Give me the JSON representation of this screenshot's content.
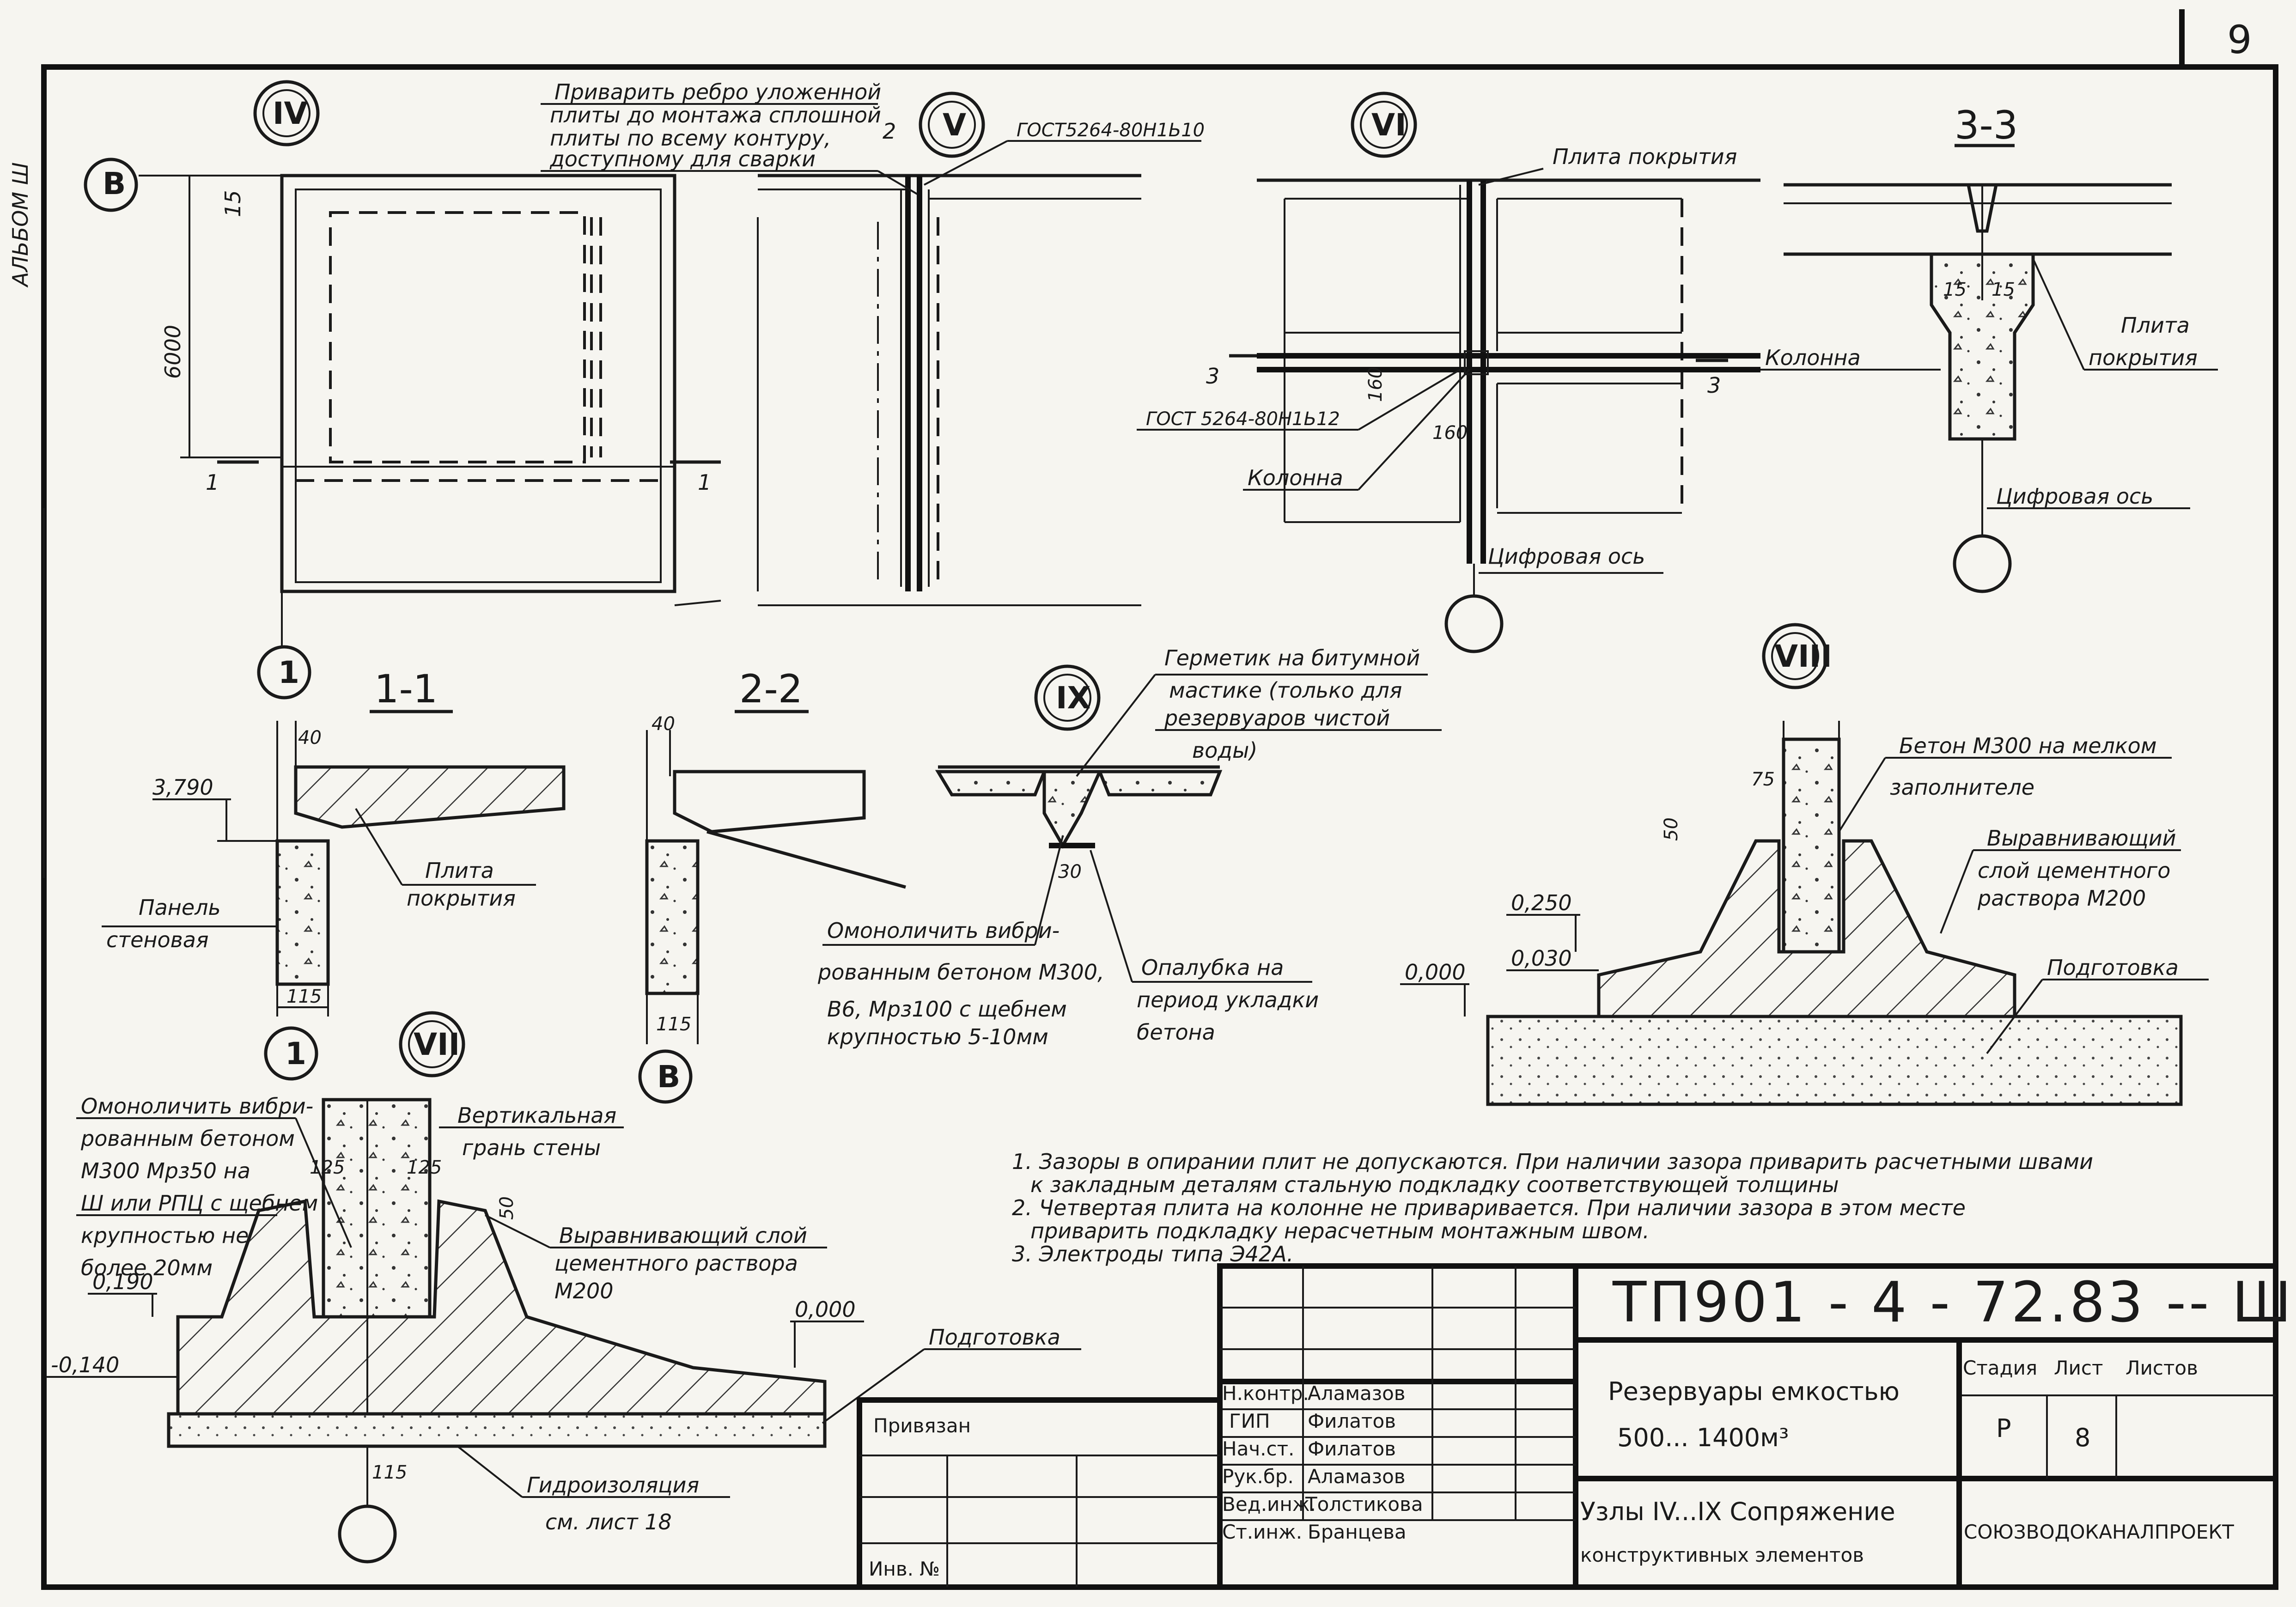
{
  "sheet": {
    "number": "9",
    "album": "АЛЬБОМ Ш",
    "code": "ТП901 - 4 - 72.83 -- Ш"
  },
  "nodes": {
    "n4": "IV",
    "n5": "V",
    "n6": "VI",
    "n7": "VII",
    "n8": "VIII",
    "n9": "IX"
  },
  "axes": {
    "b_top": "В",
    "one_left": "1",
    "one_sec": "1",
    "b_sec": "В",
    "six_circle": "",
    "three_circle": "",
    "seven_circle": ""
  },
  "sections": {
    "s11": "1-1",
    "s22": "2-2",
    "s33": "3-3"
  },
  "marks": {
    "cut1_left": "1",
    "cut1_right": "1",
    "cut2": "2",
    "cut3_left": "3",
    "cut3_right": "3"
  },
  "plan": {
    "dim_15": "15",
    "dim_6000": "6000",
    "note_weld_l1": "Приварить ребро уложенной",
    "note_weld_l2": "плиты до монтажа сплошной",
    "note_weld_l3": "плиты по всему контуру,",
    "note_weld_l4": "доступному для сварки",
    "gost_5": "ГОСТ5264-80Н1Ь10",
    "plita_pokr_6": "Плита покрытия",
    "gost_6": "ГОСТ 5264-80Н1Ь12",
    "dim_160a": "160",
    "dim_160b": "160",
    "kolonna_6": "Колонна",
    "cifr_os_6": "Цифровая ось"
  },
  "sec33": {
    "dim_15a": "15",
    "dim_15b": "15",
    "kolonna": "Колонна",
    "plita_l1": "Плита",
    "plita_l2": "покрытия",
    "cifr_os": "Цифровая ось"
  },
  "sec11": {
    "dim_40": "40",
    "level": "3,790",
    "dim_115": "115",
    "panel_l1": "Панель",
    "panel_l2": "стеновая",
    "plita_l1": "Плита",
    "plita_l2": "покрытия"
  },
  "sec22": {
    "dim_40": "40",
    "dim_115": "115"
  },
  "n9": {
    "g_l1": "Герметик на битумной",
    "g_l2": "мастике (только для",
    "g_l3": "резервуаров чистой",
    "g_l4": "воды)",
    "dim_30": "30",
    "om_l1": "Омоноличить вибри-",
    "om_l2": "рованным бетоном М300,",
    "om_l3": "В6, Мрз100 с щебнем",
    "om_l4": "крупностью 5-10мм",
    "op_l1": "Опалубка на",
    "op_l2": "период укладки",
    "op_l3": "бетона"
  },
  "n8": {
    "dim_75": "75",
    "dim_50": "50",
    "beton_l1": "Бетон М300 на мелком",
    "beton_l2": "заполнителе",
    "vyr_l1": "Выравнивающий",
    "vyr_l2": "слой цементного",
    "vyr_l3": "раствора М200",
    "podg": "Подготовка",
    "lvl_250": "0,250",
    "lvl_030": "0,030",
    "lvl_000": "0,000"
  },
  "n7": {
    "om_l1": "Омоноличить вибри-",
    "om_l2": "рованным бетоном",
    "om_l3": "М300 Мрз50 на",
    "om_l4": "Ш или РПЦ с щебнем",
    "om_l5": "крупностью не",
    "om_l6": "более 20мм",
    "vert_l1": "Вертикальная",
    "vert_l2": "грань стены",
    "dim_125a": "125",
    "dim_125b": "125",
    "dim_50": "50",
    "vyr_l1": "Выравнивающий слой",
    "vyr_l2": "цементного раствора",
    "vyr_l3": "М200",
    "lvl_190": "0,190",
    "lvl_000": "0,000",
    "lvl_140": "-0,140",
    "podg": "Подготовка",
    "dim_115": "115",
    "gidro_l1": "Гидроизоляция",
    "gidro_l2": "см. лист 18"
  },
  "notes": [
    "1. Зазоры в опирании плит не допускаются. При наличии зазора приварить расчетными швами",
    "к закладным деталям стальную подкладку соответствующей толщины",
    "2. Четвертая плита на колонне не приваривается. При наличии зазора в этом месте",
    "приварить подкладку нерасчетным монтажным швом.",
    "3. Электроды типа Э42А."
  ],
  "title_block": {
    "privyazan": "Привязан",
    "inv": "Инв. №",
    "staff": [
      {
        "role": "Н.контр.",
        "name": "Аламазов"
      },
      {
        "role": "ГИП",
        "name": "Филатов"
      },
      {
        "role": "Нач.ст.",
        "name": "Филатов"
      },
      {
        "role": "Рук.бр.",
        "name": "Аламазов"
      },
      {
        "role": "Вед.инж.",
        "name": "Толстикова"
      },
      {
        "role": "Ст.инж.",
        "name": "Бранцева"
      }
    ],
    "title_l1": "Резервуары емкостью",
    "title_l2": "500... 1400м³",
    "desc_l1": "Узлы IV...IX Сопряжение",
    "desc_l2": "конструктивных элементов",
    "stage_hdr": "Стадия",
    "sheet_hdr": "Лист",
    "sheets_hdr": "Листов",
    "stage": "Р",
    "sheet_no": "8",
    "org": "СОЮЗВОДОКАНАЛПРОЕКТ"
  }
}
